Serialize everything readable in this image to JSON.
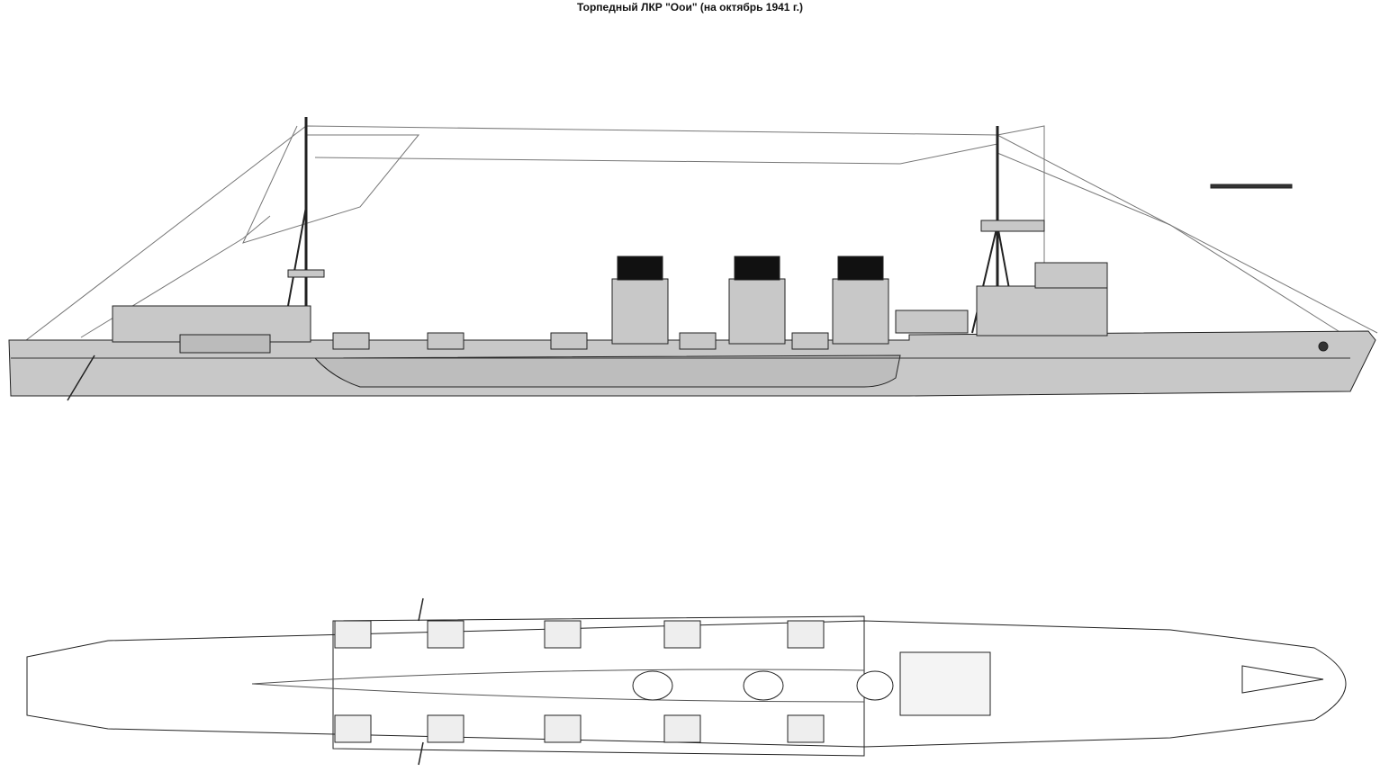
{
  "title": "Торпедный ЛКР \"Оои\" (на октябрь 1941 г.)",
  "colors": {
    "hull_fill": "#c8c8c8",
    "line": "#222222",
    "background": "#ffffff"
  },
  "views": [
    {
      "name": "side-profile",
      "torpedo_mounts_visible": 5,
      "funnels": 3
    },
    {
      "name": "plan-view",
      "torpedo_mounts_per_side": 5
    }
  ]
}
